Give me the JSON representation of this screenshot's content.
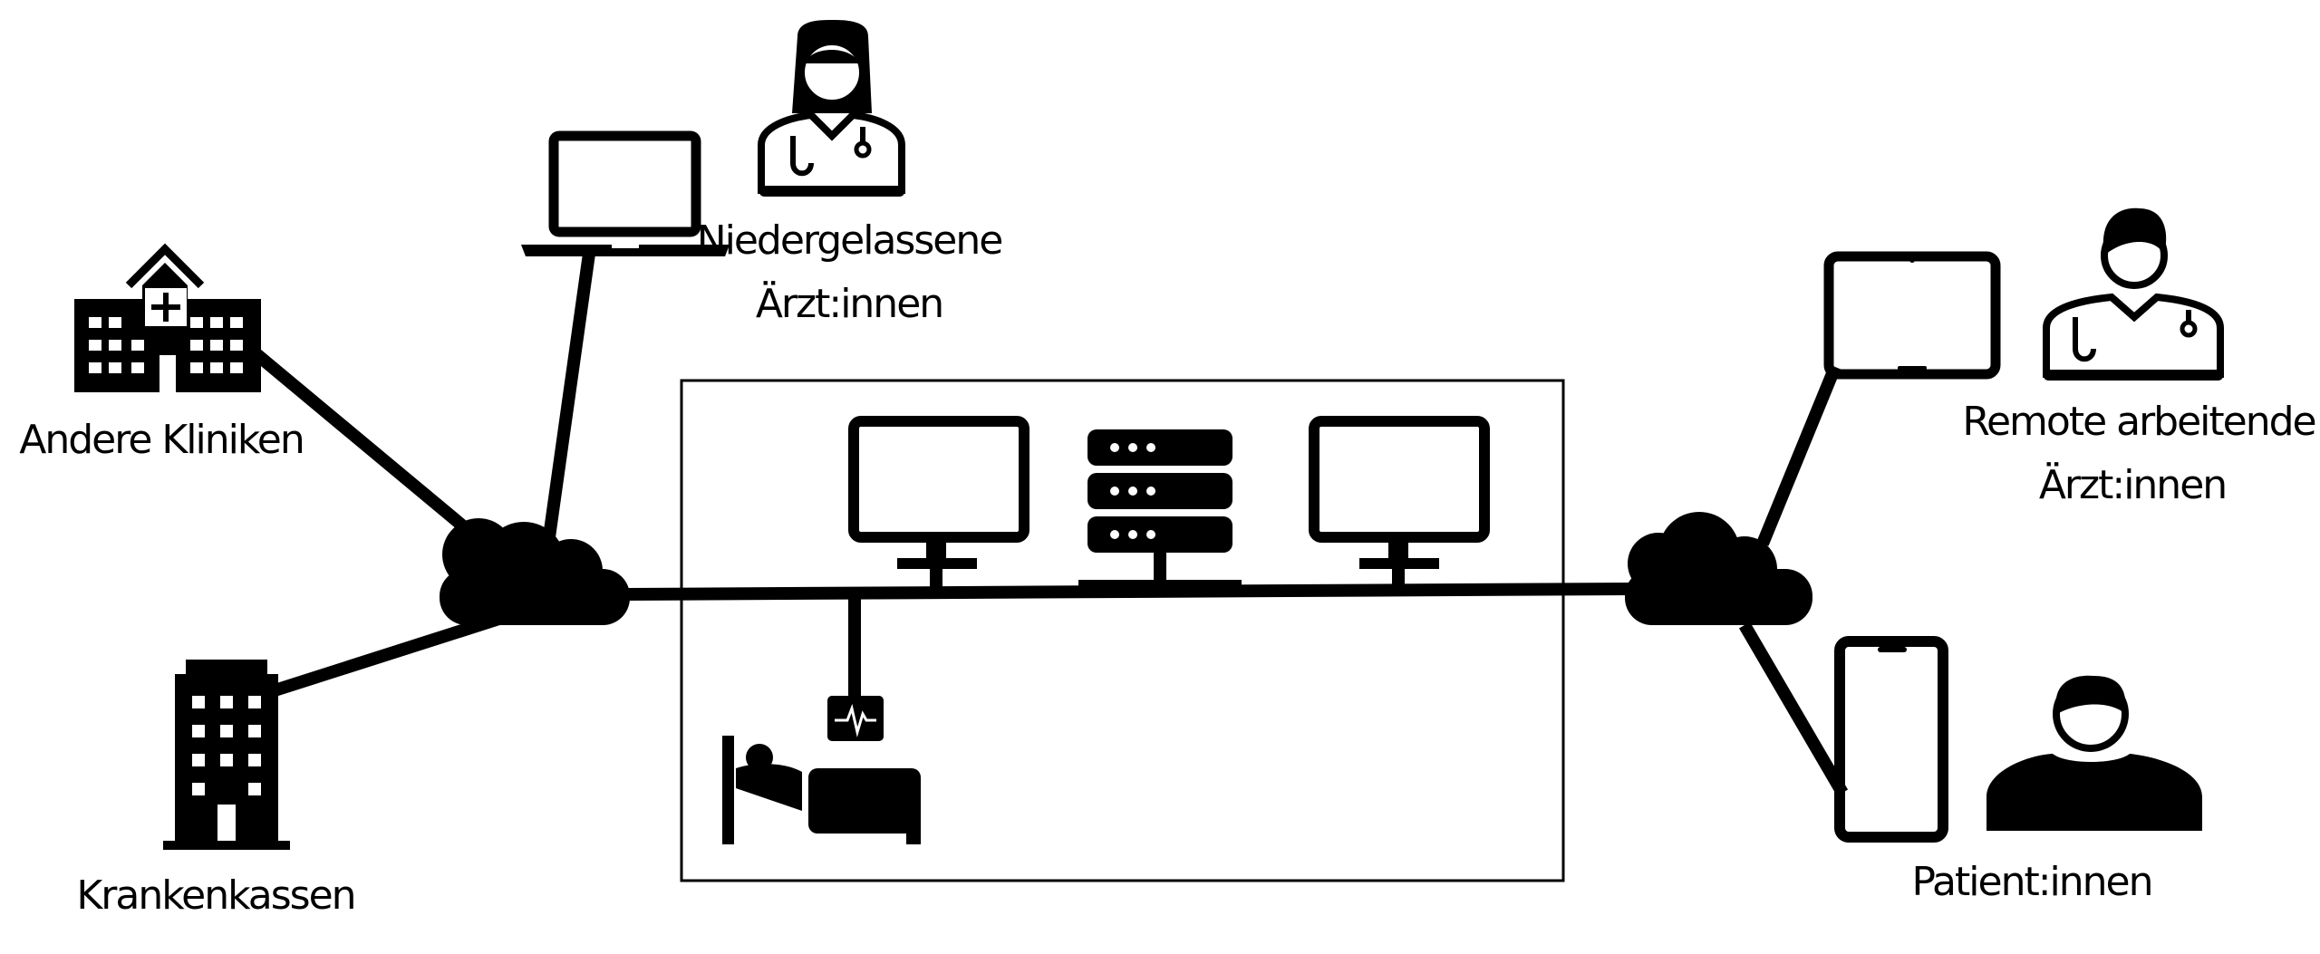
{
  "labels": {
    "andere_kliniken": "Andere Kliniken",
    "krankenkassen": "Krankenkassen",
    "niedergelassene_1": "Niedergelassene",
    "niedergelassene_2": "Ärzt:innen",
    "remote_1": "Remote arbeitende",
    "remote_2": "Ärzt:innen",
    "patienten": "Patient:innen"
  },
  "icons": {
    "hospital": "hospital-icon",
    "office": "office-building-icon",
    "laptop": "laptop-icon",
    "female_doctor": "female-doctor-icon",
    "cloud_left": "cloud-icon",
    "cloud_right": "cloud-icon",
    "monitor_left": "monitor-icon",
    "server": "server-icon",
    "monitor_right": "monitor-icon",
    "vital_monitor": "vital-signs-monitor-icon",
    "patient_bed": "patient-bed-icon",
    "tablet": "tablet-icon",
    "male_doctor": "male-doctor-icon",
    "smartphone": "smartphone-icon",
    "patient": "patient-person-icon"
  },
  "colors": {
    "stroke": "#000000",
    "background": "#ffffff"
  }
}
